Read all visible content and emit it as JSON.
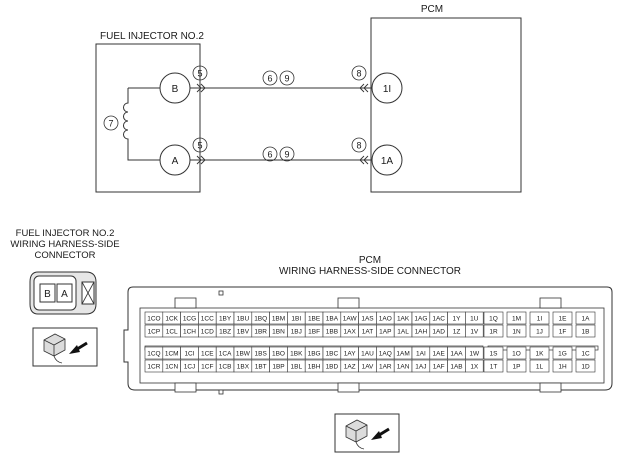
{
  "schematic": {
    "injector_title": "FUEL INJECTOR NO.2",
    "pcm_title": "PCM",
    "pin_b": "B",
    "pin_a": "A",
    "pin_1i": "1I",
    "pin_1a": "1A",
    "coil_ref": "7",
    "top_wire_refs": [
      "5",
      "6",
      "9",
      "8"
    ],
    "bottom_wire_refs": [
      "5",
      "6",
      "9",
      "8"
    ]
  },
  "injector_connector": {
    "title_lines": [
      "FUEL INJECTOR NO.2",
      "WIRING HARNESS-SIDE",
      "CONNECTOR"
    ],
    "terminals": [
      "B",
      "A"
    ]
  },
  "pcm_connector": {
    "title_lines": [
      "PCM",
      "WIRING HARNESS-SIDE CONNECTOR"
    ],
    "group1": [
      [
        "1CO",
        "1CK",
        "1CG",
        "1CC",
        "1BY",
        "1BU",
        "1BQ",
        "1BM",
        "1BI",
        "1BE",
        "1BA",
        "1AW",
        "1AS",
        "1AO",
        "1AK",
        "1AG",
        "1AC",
        "1Y",
        "1U"
      ],
      [
        "1CP",
        "1CL",
        "1CH",
        "1CD",
        "1BZ",
        "1BV",
        "1BR",
        "1BN",
        "1BJ",
        "1BF",
        "1BB",
        "1AX",
        "1AT",
        "1AP",
        "1AL",
        "1AH",
        "1AD",
        "1Z",
        "1V"
      ],
      [
        "1CQ",
        "1CM",
        "1CI",
        "1CE",
        "1CA",
        "1BW",
        "1BS",
        "1BO",
        "1BK",
        "1BG",
        "1BC",
        "1AY",
        "1AU",
        "1AQ",
        "1AM",
        "1AI",
        "1AE",
        "1AA",
        "1W"
      ],
      [
        "1CR",
        "1CN",
        "1CJ",
        "1CF",
        "1CB",
        "1BX",
        "1BT",
        "1BP",
        "1BL",
        "1BH",
        "1BD",
        "1AZ",
        "1AV",
        "1AR",
        "1AN",
        "1AJ",
        "1AF",
        "1AB",
        "1X"
      ]
    ],
    "group2": [
      [
        "1Q",
        "1M",
        "1I",
        "1E",
        "1A"
      ],
      [
        "1R",
        "1N",
        "1J",
        "1F",
        "1B"
      ],
      [
        "1S",
        "1O",
        "1K",
        "1G",
        "1C"
      ],
      [
        "1T",
        "1P",
        "1L",
        "1H",
        "1D"
      ]
    ]
  }
}
